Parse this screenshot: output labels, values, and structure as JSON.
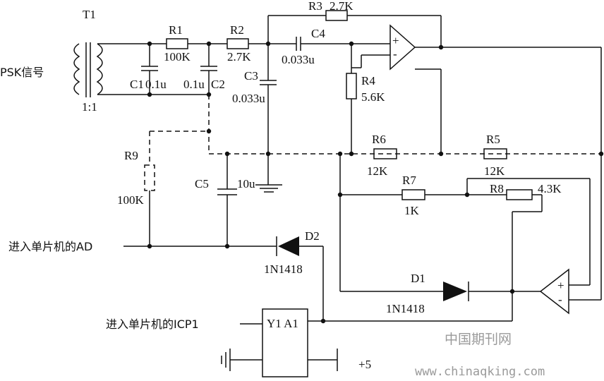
{
  "labels": {
    "psk_signal": "PSK信号",
    "t1": "T1",
    "t1_ratio": "1:1",
    "r1": "R1",
    "r1_val": "100K",
    "r2": "R2",
    "r2_val": "2.7K",
    "r3": "R3",
    "r3_val": "2.7K",
    "c4": "C4",
    "c4_val": "0.033u",
    "c1": "C1",
    "c1_val": "0.1u",
    "c2": "C2",
    "c2_val": "0.1u",
    "c3": "C3",
    "c3_val": "0.033u",
    "r4": "R4",
    "r4_val": "5.6K",
    "r6": "R6",
    "r6_val": "12K",
    "r5": "R5",
    "r5_val": "12K",
    "r7": "R7",
    "r7_val": "1K",
    "r8": "R8",
    "r8_val": "4.3K",
    "r9": "R9",
    "r9_val": "100K",
    "c5": "C5",
    "c5_val": "10u",
    "d1": "D1",
    "d1_val": "1N1418",
    "d2": "D2",
    "d2_val": "1N1418",
    "ad_input": "进入单片机的AD",
    "icp_input": "进入单片机的ICP1",
    "y1a1": "Y1 A1",
    "plus5": "+5",
    "op_plus": "+",
    "op_minus": "-"
  },
  "watermark": {
    "cn": "中国期刊网",
    "url": "www.chinaqking.com"
  }
}
